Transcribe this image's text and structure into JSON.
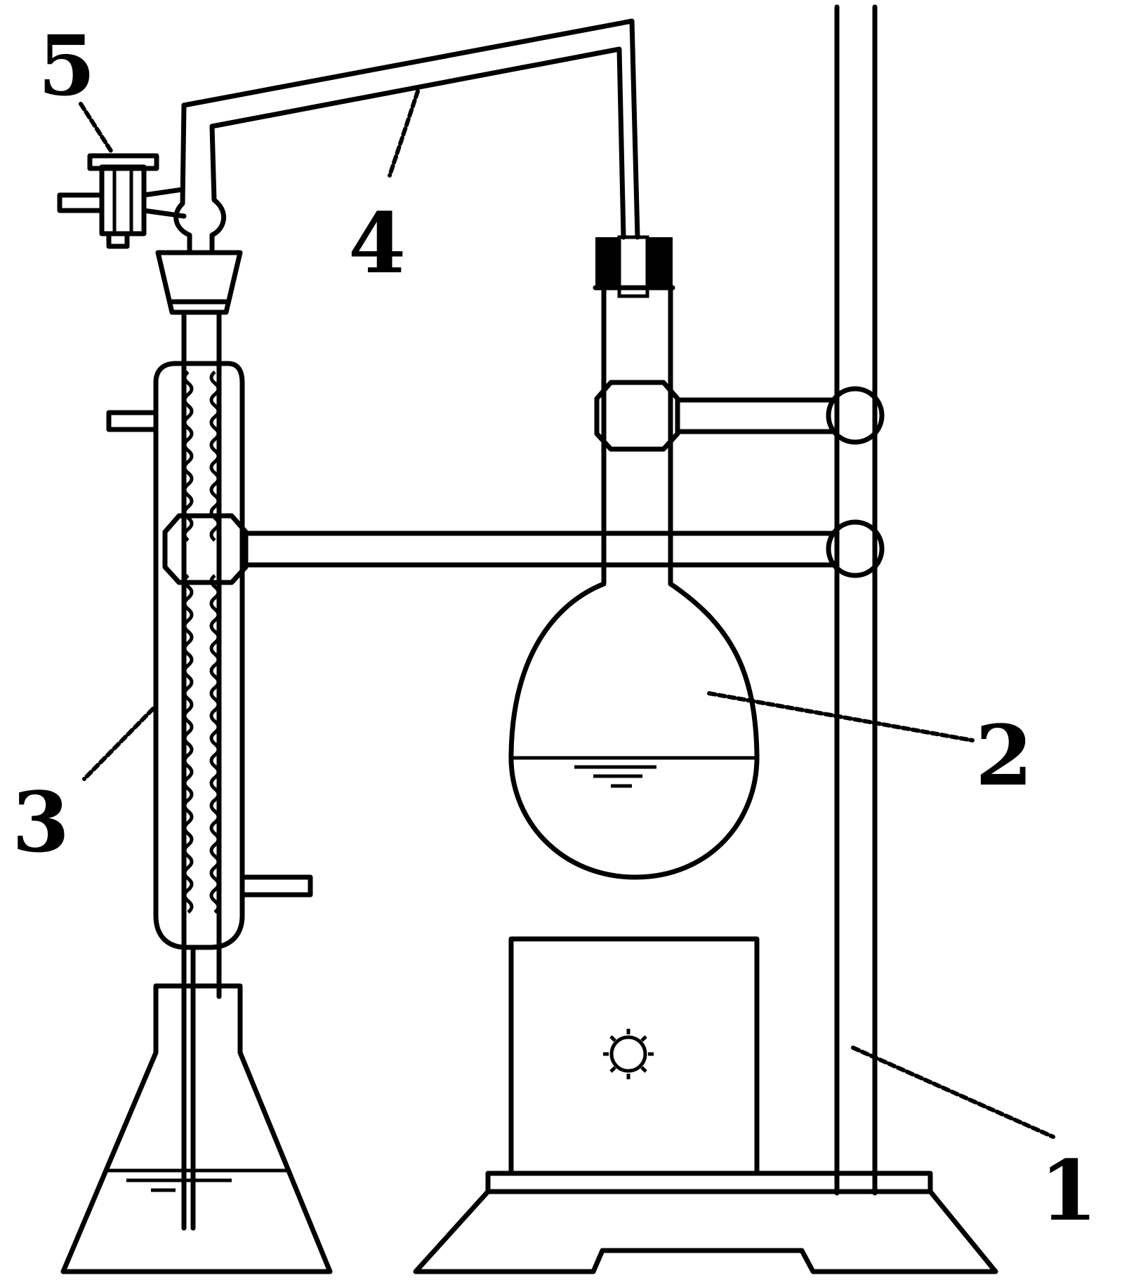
{
  "diagram": {
    "callouts": [
      {
        "id": "1",
        "text": "1"
      },
      {
        "id": "2",
        "text": "2"
      },
      {
        "id": "3",
        "text": "3"
      },
      {
        "id": "4",
        "text": "4"
      },
      {
        "id": "5",
        "text": "5"
      }
    ]
  },
  "colors": {
    "line": "#000000",
    "background": "#ffffff"
  }
}
